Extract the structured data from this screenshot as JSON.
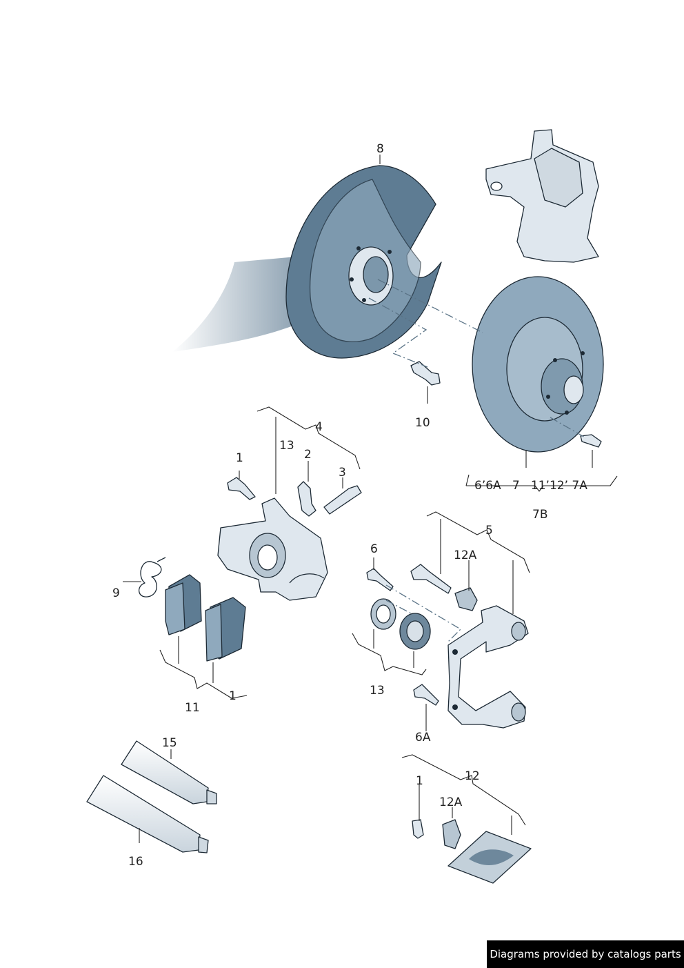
{
  "labels": {
    "l8": "8",
    "l10": "10",
    "l4": "4",
    "l13a": "13",
    "l1a": "1",
    "l2": "2",
    "l3": "3",
    "l7row": "6’6A   7   11’12’ 7A",
    "l7b": "7B",
    "l5": "5",
    "l6": "6",
    "l12a_top": "12A",
    "l9": "9",
    "l13b": "13",
    "l11": "11",
    "l1b": "1",
    "l6a": "6A",
    "l15": "15",
    "l12": "12",
    "l1c": "1",
    "l12a_bot": "12A",
    "l16": "16"
  },
  "footer": {
    "text": "Diagrams provided by catalogs parts"
  }
}
